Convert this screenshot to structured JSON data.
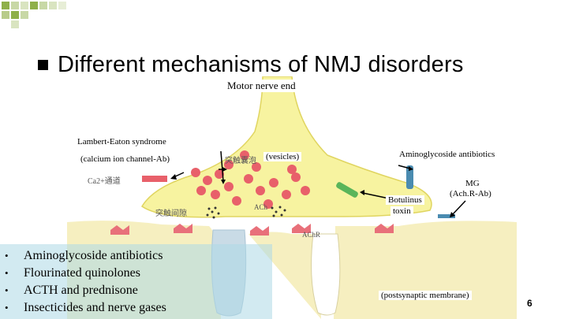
{
  "slide": {
    "title": "Different mechanisms of NMJ disorders",
    "page_number": "6",
    "colors": {
      "terminal": "#f7f3a0",
      "terminal_edge": "#e0d560",
      "muscle": "#f6efc0",
      "vesicle": "#e8606a",
      "receptor": "#e8707a",
      "cleft_fold": "#c9dbe6",
      "bullet_panel": "#add8e6",
      "botulinus_marker": "#5ab55a",
      "aminoglycoside_marker": "#4a8bb0"
    }
  },
  "diagram": {
    "motor_nerve_end": "Motor nerve end",
    "lambert_eaton": "Lambert-Eaton syndrome",
    "calcium_channel_ab": "(calcium ion channel-Ab)",
    "vesicles_cn": "突触囊泡",
    "vesicles": "(vesicles)",
    "aminoglycoside": "Aminoglycoside antibiotics",
    "ca_channel_cn": "Ca2+通道",
    "botulinus": "Botulinus",
    "toxin": "toxin",
    "mg": "MG",
    "achr_ab": "(Ach.R-Ab)",
    "cleft_cn": "突触间隙",
    "ach": "ACh",
    "achr": "AChR",
    "postsynaptic": "(postsynaptic membrane)"
  },
  "bullets": [
    "Aminoglycoside antibiotics",
    "Flourinated quinolones",
    "ACTH and prednisone",
    "Insecticides and nerve gases"
  ]
}
